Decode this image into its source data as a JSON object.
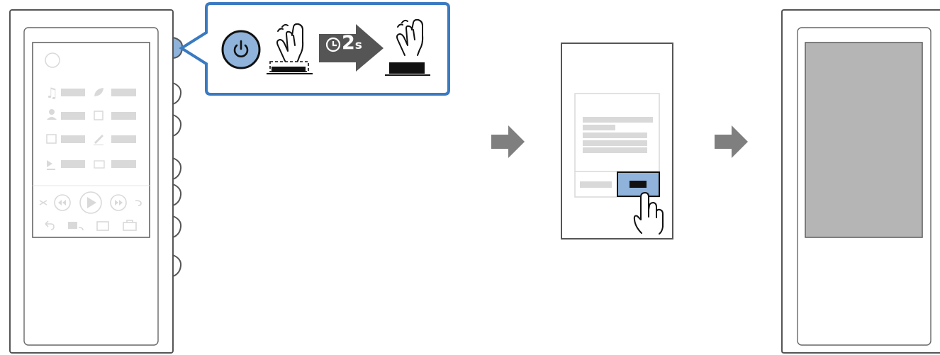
{
  "steps": [
    {
      "id": "step-1-player-off",
      "caption": ""
    },
    {
      "id": "step-2-confirm-dialog",
      "caption": ""
    },
    {
      "id": "step-3-screen-off",
      "caption": ""
    }
  ],
  "callout": {
    "button_icon": "power-icon",
    "hold_duration_value": "2",
    "hold_duration_unit": "s",
    "timer_icon": "clock-icon",
    "accent_color": "#3a7ac1",
    "button_fill_color": "#8fb3da"
  },
  "colors": {
    "outline": "#555555",
    "ghost": "#d9d9d9",
    "arrow": "#7f7f7f",
    "screen_off": "#b5b5b5",
    "dialog_button": "#8fb3da"
  },
  "player_menu_icons": [
    "music-note-icon",
    "leaf-icon",
    "person-icon",
    "podcast-icon",
    "calendar-icon",
    "pen-icon",
    "playlist-icon",
    "hd-icon"
  ],
  "player_control_icons": [
    "shuffle-icon",
    "previous-icon",
    "play-icon",
    "next-icon",
    "repeat-icon",
    "back-icon",
    "video-icon",
    "keyboard-icon",
    "toolbox-icon"
  ]
}
